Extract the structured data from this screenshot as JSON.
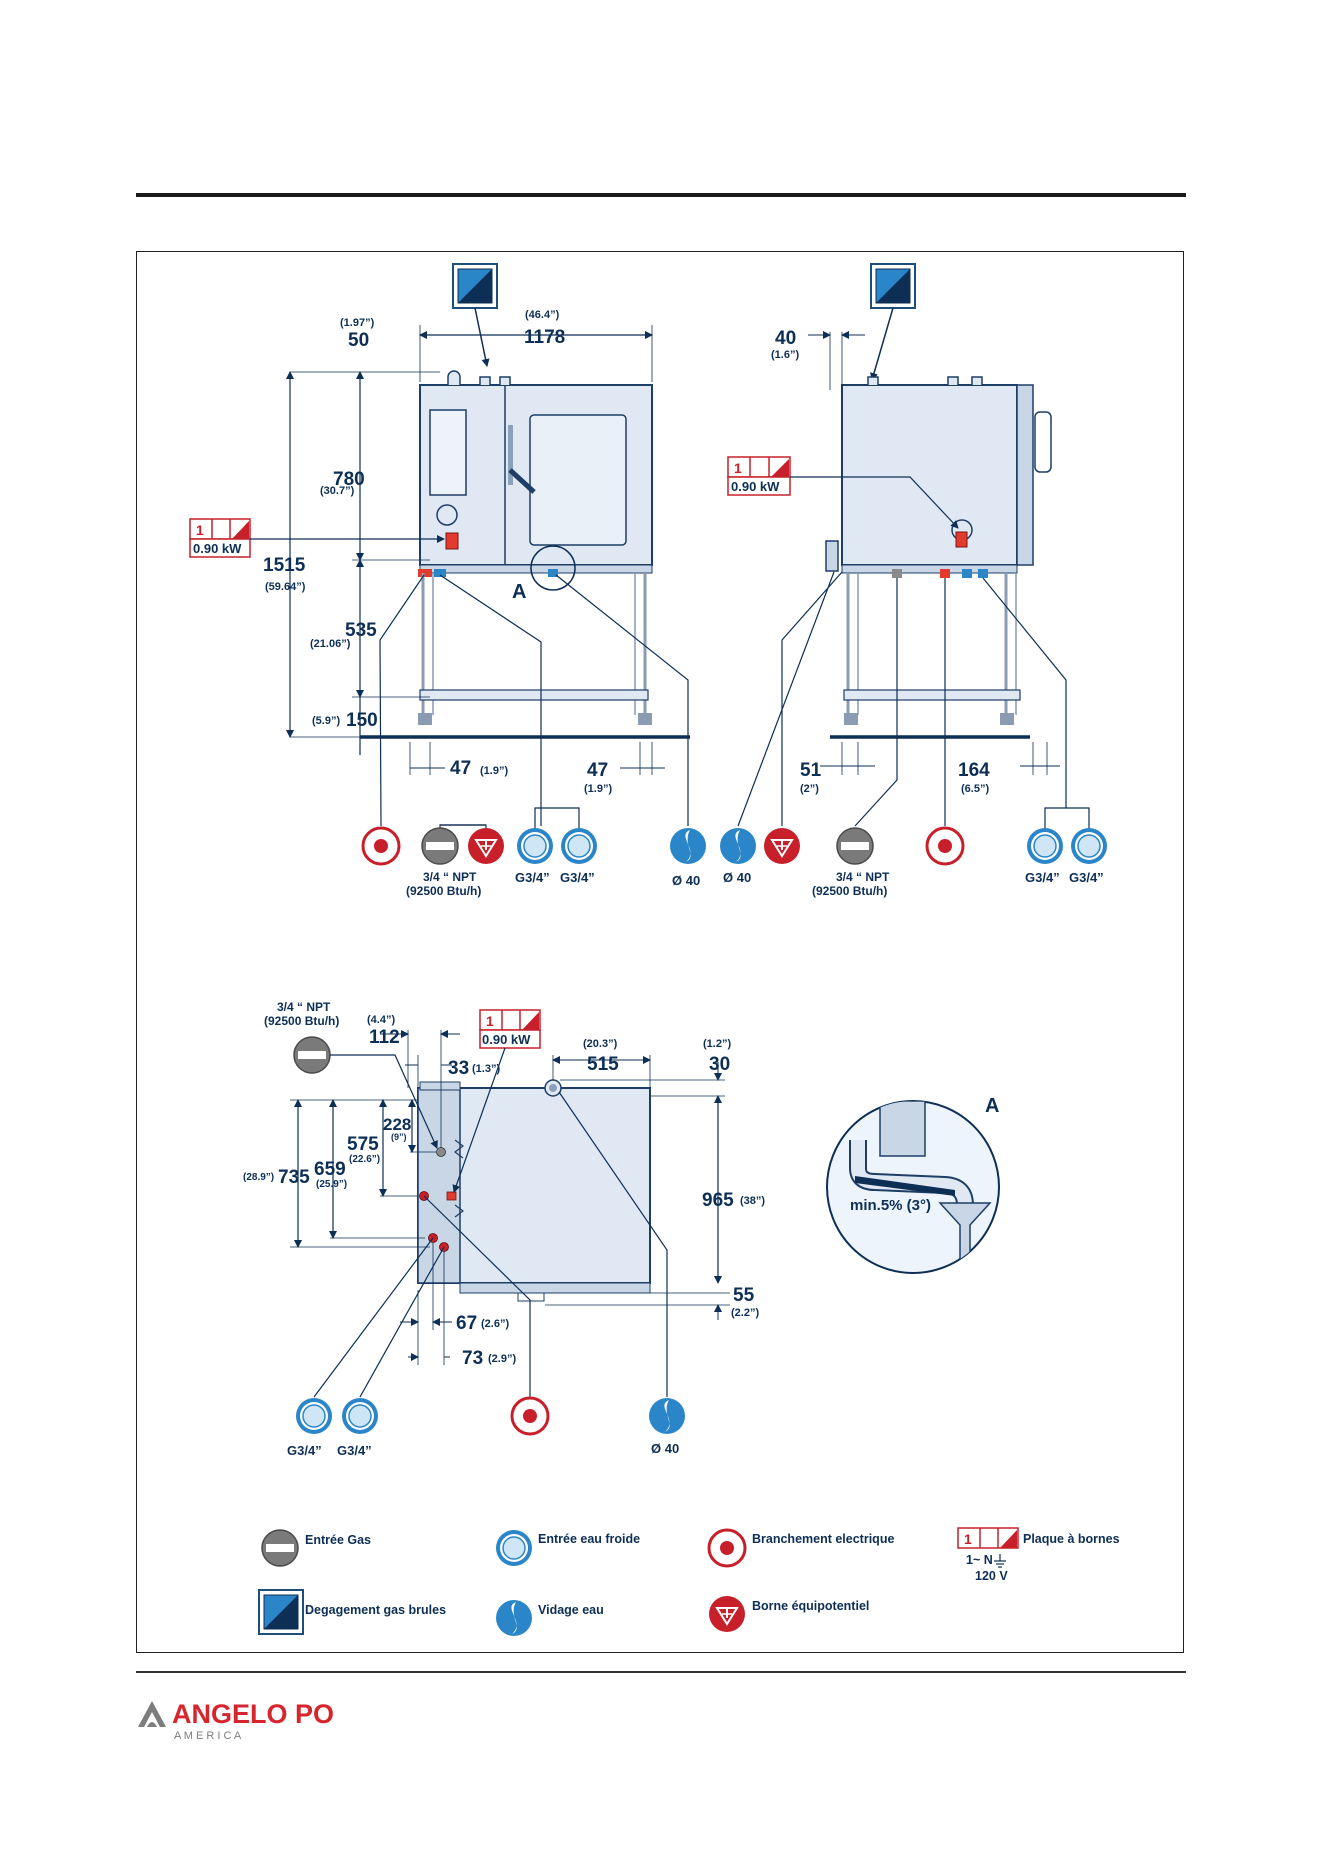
{
  "dimensions": {
    "front": {
      "offset_in": "(1.97”)",
      "offset_mm": "50",
      "width_in": "(46.4”)",
      "width_mm": "1178",
      "upper_mm": "780",
      "upper_in": "(30.7”)",
      "total_mm": "1515",
      "total_in": "(59.64”)",
      "mid_mm": "535",
      "mid_in": "(21.06”)",
      "base_in": "(5.9”)",
      "base_mm": "150",
      "leg_left_mm": "47",
      "leg_left_in": "(1.9”)",
      "leg_right_mm": "47",
      "leg_right_in": "(1.9”)",
      "detail_label": "A"
    },
    "side": {
      "offset_mm": "40",
      "offset_in": "(1.6”)",
      "leg_left_mm": "51",
      "leg_left_in": "(2”)",
      "leg_right_mm": "164",
      "leg_right_in": "(6.5”)"
    },
    "top": {
      "gas_in": "(4.4”)",
      "gas_mm": "112",
      "gas2_mm": "33",
      "gas2_in": "(1.3”)",
      "drain_in": "(20.3”)",
      "drain_mm": "515",
      "drain2_in": "(1.2”)",
      "drain2_mm": "30",
      "d228": "228",
      "d228_in": "(9”)",
      "d575": "575",
      "d575_in": "(22.6”)",
      "d659": "659",
      "d659_in": "(25.9”)",
      "d735_in": "(28.9”)",
      "d735": "735",
      "d965": "965",
      "d965_in": "(38”)",
      "d55": "55",
      "d55_in": "(2.2”)",
      "d67": "67",
      "d67_in": "(2.6”)",
      "d73": "73",
      "d73_in": "(2.9”)"
    }
  },
  "callouts": {
    "terminal_num": "1",
    "power": "0.90 kW",
    "gas_spec": "3/4 “ NPT",
    "gas_btu": "(92500 Btu/h)",
    "water_g": "G3/4”",
    "drain_d": "Ø 40",
    "detail_a": "A",
    "slope": "min.5% (3°)"
  },
  "legend": {
    "gas": "Entrée Gas",
    "cold_water": "Entrée eau froide",
    "electric": "Branchement electrique",
    "terminal": "Plaque à bornes",
    "terminal_spec": "1~ N",
    "terminal_volt": "120 V",
    "flue": "Degagement gas brules",
    "drain": "Vidage eau",
    "equipotential": "Borne équipotentiel"
  },
  "brand": {
    "name": "ANGELO PO",
    "sub": "A M E R I C A",
    "red": "#d7252e",
    "grey": "#7d7d7d"
  },
  "colors": {
    "ink": "#0d2f55",
    "water_blue": "#2a86c8",
    "electric_red": "#c8202a",
    "gas_grey": "#7a7a7a",
    "appliance": "#dfe8f3"
  }
}
